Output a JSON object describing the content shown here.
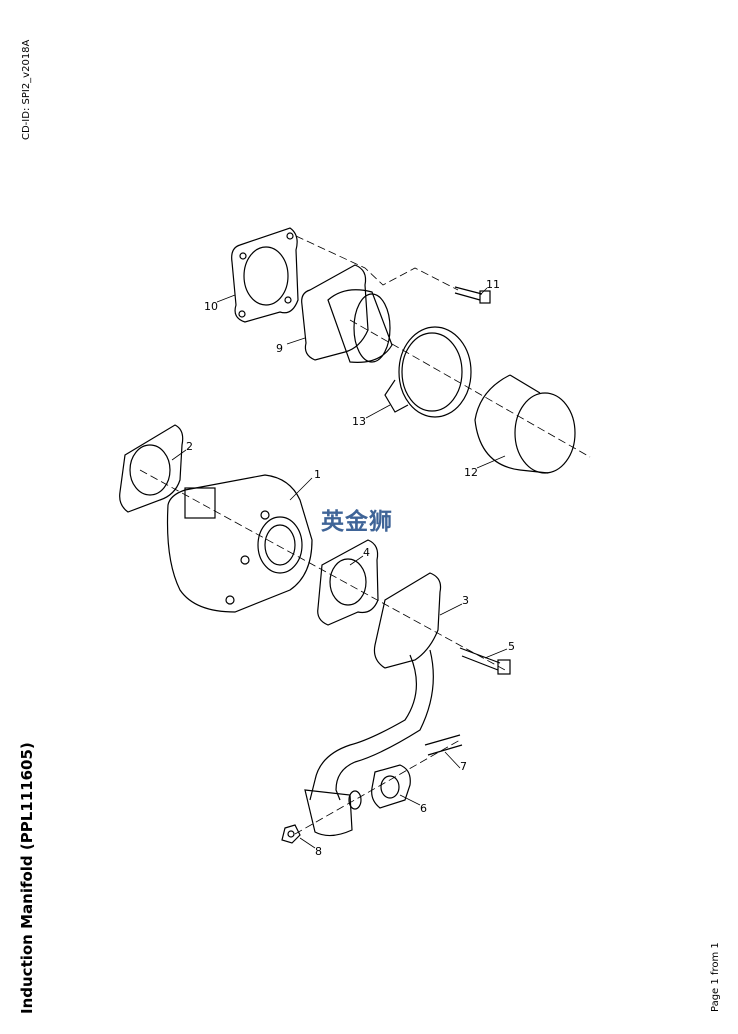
{
  "header": {
    "cd_id": "CD-ID: SPI2_v2018A"
  },
  "title": "Induction Manifold (PPL111605)",
  "footer": {
    "page_info": "Page 1 from 1"
  },
  "watermark": "英金狮",
  "callouts": [
    "1",
    "2",
    "3",
    "4",
    "5",
    "6",
    "7",
    "8",
    "9",
    "10",
    "11",
    "12",
    "13"
  ]
}
